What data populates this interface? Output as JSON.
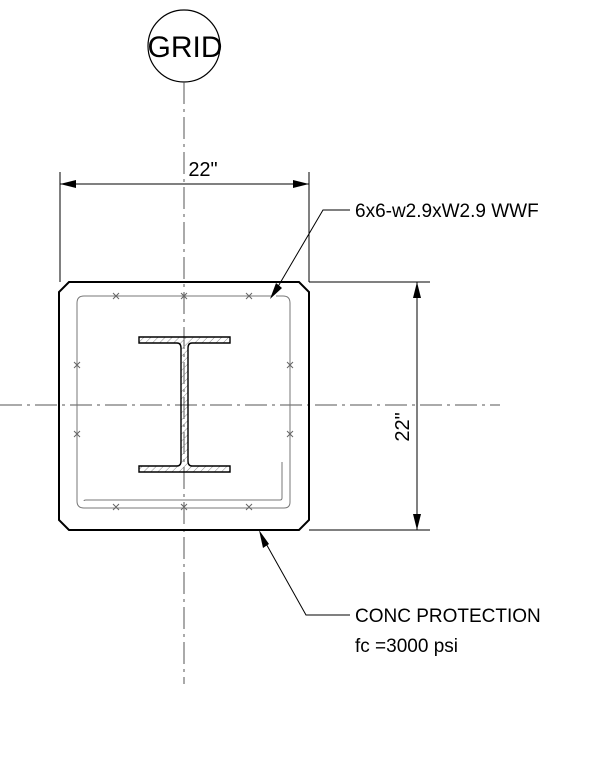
{
  "grid": {
    "label": "GRID"
  },
  "dimensions": {
    "width": "22\"",
    "height": "22\""
  },
  "notes": {
    "mesh": "6x6-w2.9xW2.9 WWF",
    "protection_line1": "CONC PROTECTION",
    "protection_line2": "fc =3000 psi"
  },
  "colors": {
    "line": "#000000",
    "centerline": "#555555",
    "mesh": "#777777",
    "steel_hatch": "#888888"
  }
}
